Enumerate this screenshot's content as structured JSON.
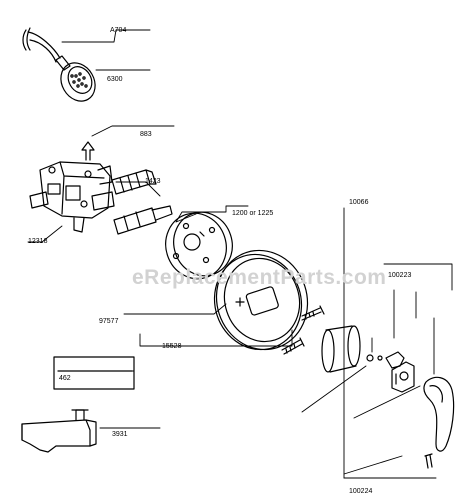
{
  "watermark": "eReplacementParts.com",
  "colors": {
    "ink": "#000000",
    "watermark": "#d2d2d2",
    "background": "#ffffff"
  },
  "parts": {
    "shower_arm": "A704",
    "shower_head": "6300",
    "stop_tube": "883",
    "cartridge": "1423",
    "valve_body": "12318",
    "cover_plate": "1200 or 1225",
    "sleeve": "10066",
    "retainer_clip": "100223",
    "escutcheon": "97577",
    "screws": "15528",
    "plug": "462",
    "tub_spout": "3931",
    "handle_kit": "100224"
  }
}
